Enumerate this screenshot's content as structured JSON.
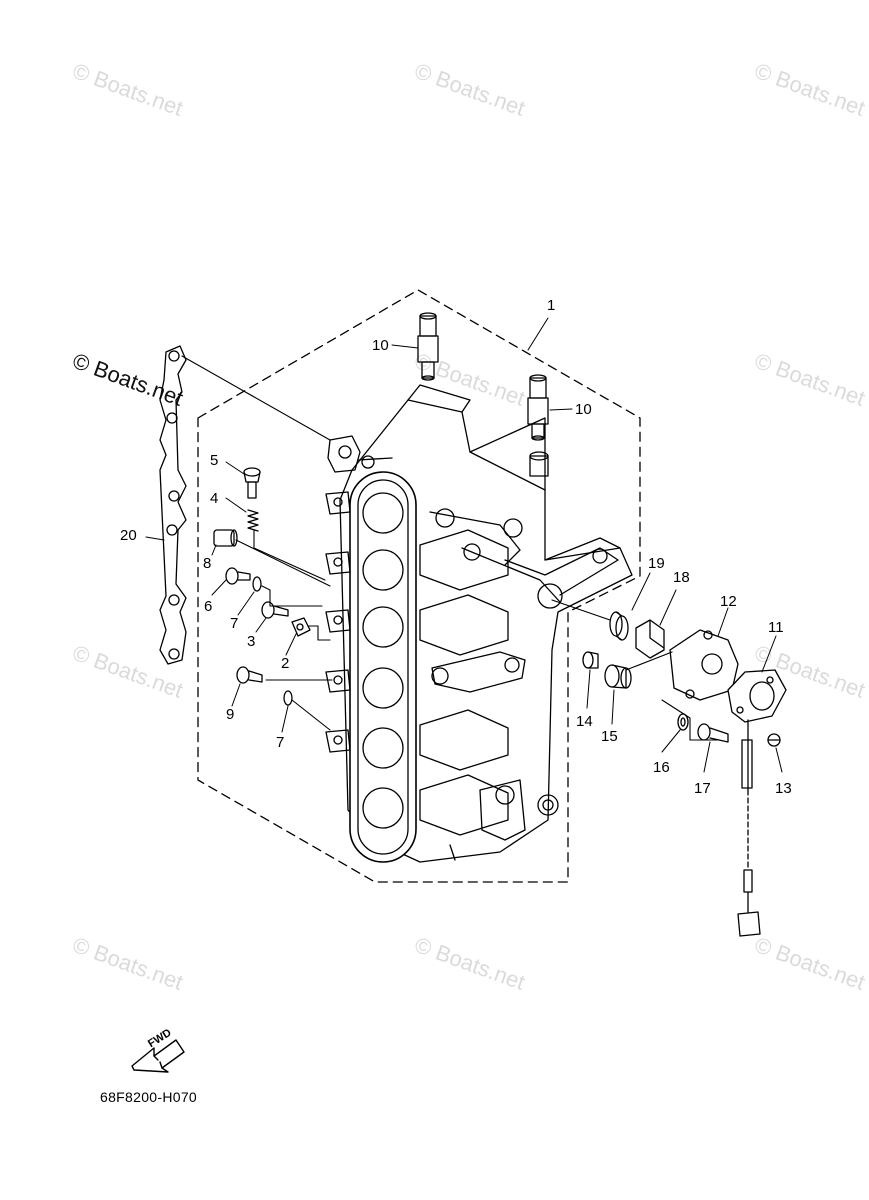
{
  "watermark": {
    "text": "© Boats.net"
  },
  "diagram": {
    "part_code": "68F8200-H070",
    "fwd_label": "FWD",
    "callouts": [
      {
        "id": "c1",
        "label": "1"
      },
      {
        "id": "c10a",
        "label": "10"
      },
      {
        "id": "c10b",
        "label": "10"
      },
      {
        "id": "c5",
        "label": "5"
      },
      {
        "id": "c4",
        "label": "4"
      },
      {
        "id": "c20",
        "label": "20"
      },
      {
        "id": "c8",
        "label": "8"
      },
      {
        "id": "c6",
        "label": "6"
      },
      {
        "id": "c7a",
        "label": "7"
      },
      {
        "id": "c3",
        "label": "3"
      },
      {
        "id": "c2",
        "label": "2"
      },
      {
        "id": "c9",
        "label": "9"
      },
      {
        "id": "c7b",
        "label": "7"
      },
      {
        "id": "c19",
        "label": "19"
      },
      {
        "id": "c18",
        "label": "18"
      },
      {
        "id": "c12",
        "label": "12"
      },
      {
        "id": "c11",
        "label": "11"
      },
      {
        "id": "c14",
        "label": "14"
      },
      {
        "id": "c15",
        "label": "15"
      },
      {
        "id": "c16",
        "label": "16"
      },
      {
        "id": "c17",
        "label": "17"
      },
      {
        "id": "c13",
        "label": "13"
      }
    ]
  },
  "colors": {
    "line": "#000000",
    "watermark": "#969696",
    "background": "#ffffff"
  }
}
